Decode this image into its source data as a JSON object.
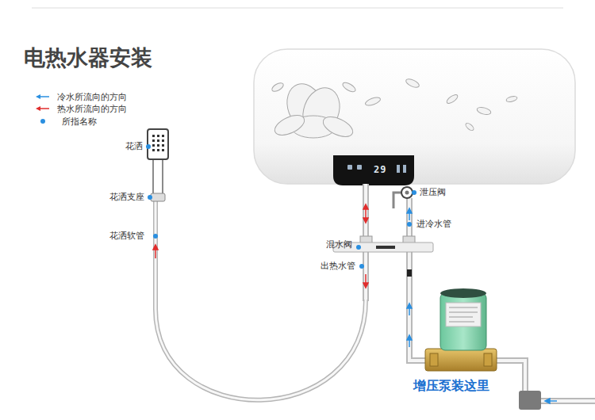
{
  "diagram": {
    "title": "电热水器安装",
    "labels": [
      "29",
      "花洒",
      "花洒支座",
      "花洒软管",
      "泄压阀",
      "进冷水管",
      "混水阀",
      "出热水管",
      "增压泵装这里"
    ],
    "legend": [
      {
        "text": "冷水所流向的方向"
      },
      {
        "text": "热水所流向的方向"
      },
      {
        "text": "所指名称",
        "color": "#2a8fe0"
      }
    ]
  }
}
